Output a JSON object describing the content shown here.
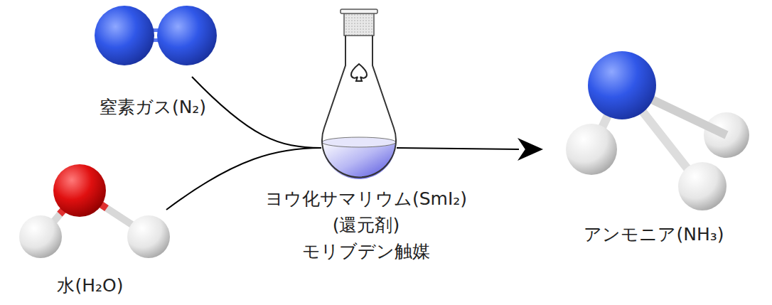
{
  "diagram": {
    "nodes": [
      {
        "text": [
          "窒素ガス(N₂)"
        ]
      },
      {
        "text": [
          "水(H₂O)"
        ]
      },
      {
        "text": [
          "ヨウ化サマリウム(SmI₂)",
          "(還元剤)",
          "モリブデン触媒"
        ]
      },
      {
        "text": [
          "アンモニア(NH₃)"
        ]
      }
    ],
    "edges": [
      {
        "from": 0,
        "to": 2,
        "arrow": "none"
      },
      {
        "from": 1,
        "to": 2,
        "arrow": "none"
      },
      {
        "from": 2,
        "to": 3,
        "arrow": "to"
      }
    ]
  }
}
